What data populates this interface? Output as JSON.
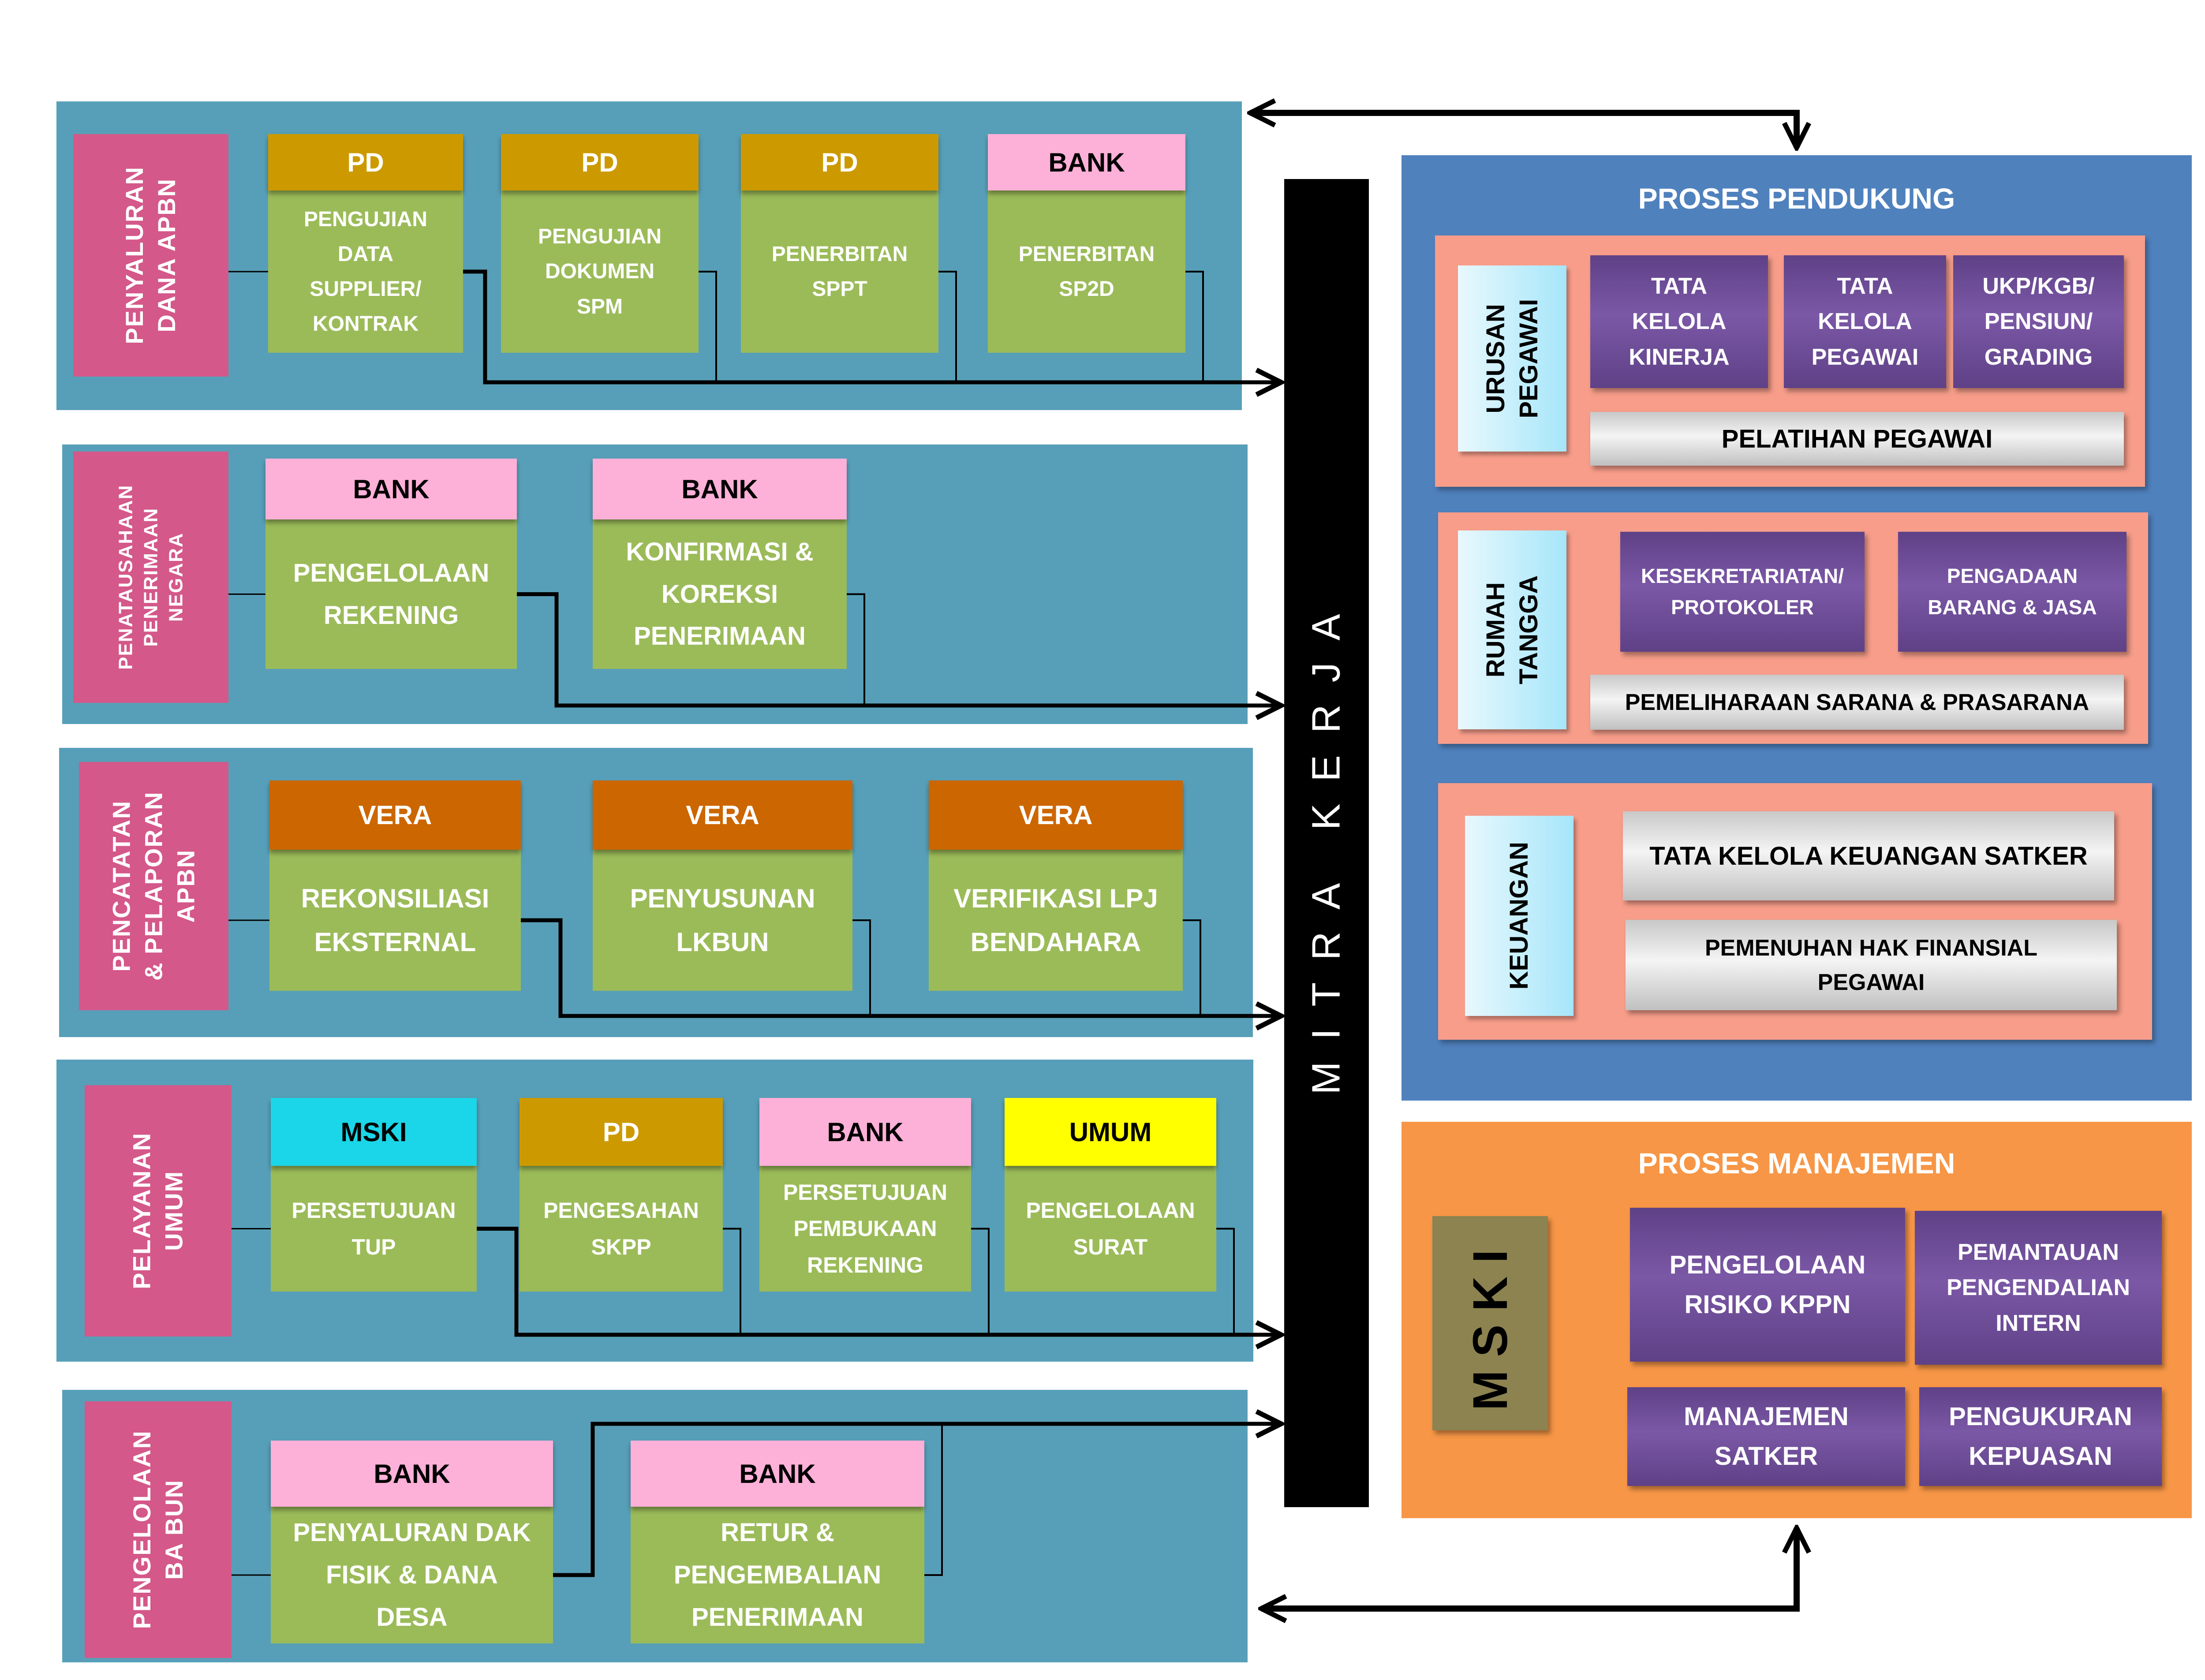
{
  "colors": {
    "panel": "#579fb8",
    "label": "#d4588a",
    "PD": "#cc9a00",
    "BANK": "#fdb0d8",
    "VERA": "#cc6600",
    "MSKI": "#1ad6e8",
    "UMUM": "#ffff00",
    "task": "#9bbb59",
    "pendukung": "#4f81bd",
    "manajemen": "#f79646"
  },
  "rows": [
    {
      "label": "PENYALURAN\nDANA APBN",
      "boxes": [
        {
          "unit": "PD",
          "text": "PENGUJIAN\nDATA\nSUPPLIER/\nKONTRAK"
        },
        {
          "unit": "PD",
          "text": "PENGUJIAN\nDOKUMEN\nSPM"
        },
        {
          "unit": "PD",
          "text": "PENERBITAN\nSPPT"
        },
        {
          "unit": "BANK",
          "text": "PENERBITAN\nSP2D"
        }
      ]
    },
    {
      "label": "PENATAUSAHAAN\nPENERIMAAN\nNEGARA",
      "boxes": [
        {
          "unit": "BANK",
          "text": "PENGELOLAAN\nREKENING"
        },
        {
          "unit": "BANK",
          "text": "KONFIRMASI &\nKOREKSI\nPENERIMAAN"
        }
      ]
    },
    {
      "label": "PENCATATAN\n& PELAPORAN\nAPBN",
      "boxes": [
        {
          "unit": "VERA",
          "text": "REKONSILIASI\nEKSTERNAL"
        },
        {
          "unit": "VERA",
          "text": "PENYUSUNAN\nLKBUN"
        },
        {
          "unit": "VERA",
          "text": "VERIFIKASI LPJ\nBENDAHARA"
        }
      ]
    },
    {
      "label": "PELAYANAN\nUMUM",
      "boxes": [
        {
          "unit": "MSKI",
          "text": "PERSETUJUAN\nTUP"
        },
        {
          "unit": "PD",
          "text": "PENGESAHAN\nSKPP"
        },
        {
          "unit": "BANK",
          "text": "PERSETUJUAN\nPEMBUKAAN\nREKENING"
        },
        {
          "unit": "UMUM",
          "text": "PENGELOLAAN\nSURAT"
        }
      ]
    },
    {
      "label": "PENGELOLAAN\nBA BUN",
      "boxes": [
        {
          "unit": "BANK",
          "text": "PENYALURAN DAK\nFISIK & DANA\nDESA"
        },
        {
          "unit": "BANK",
          "text": "RETUR &\nPENGEMBALIAN\nPENERIMAAN"
        }
      ]
    }
  ],
  "mitra_kerja": "MITRA KERJA",
  "pendukung": {
    "title": "PROSES PENDUKUNG",
    "urusan": {
      "label": "URUSAN\nPEGAWAI",
      "items": [
        "TATA\nKELOLA\nKINERJA",
        "TATA\nKELOLA\nPEGAWAI",
        "UKP/KGB/\nPENSIUN/\nGRADING"
      ],
      "bar": "PELATIHAN PEGAWAI"
    },
    "rumah": {
      "label": "RUMAH\nTANGGA",
      "items": [
        "KESEKRETARIATAN/\nPROTOKOLER",
        "PENGADAAN\nBARANG & JASA"
      ],
      "bar": "PEMELIHARAAN SARANA & PRASARANA"
    },
    "keuangan": {
      "label": "KEUANGAN",
      "bars": [
        "TATA KELOLA KEUANGAN SATKER",
        "PEMENUHAN HAK FINANSIAL\nPEGAWAI"
      ]
    }
  },
  "manajemen": {
    "title": "PROSES MANAJEMEN",
    "label": "MSKI",
    "items": [
      "PENGELOLAAN\nRISIKO KPPN",
      "PEMANTAUAN\nPENGENDALIAN\nINTERN",
      "MANAJEMEN\nSATKER",
      "PENGUKURAN\nKEPUASAN"
    ]
  }
}
